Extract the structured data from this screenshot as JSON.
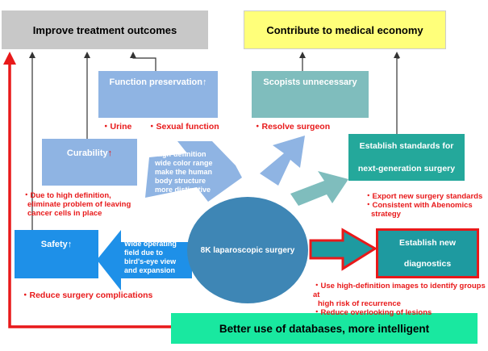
{
  "top_left": {
    "label": "Improve treatment outcomes"
  },
  "top_right": {
    "label": "Contribute to medical economy"
  },
  "function_preservation": {
    "label": "Function preservation↑"
  },
  "scopists": {
    "label": "Scopists unnecessary"
  },
  "curability": {
    "label": "Curability",
    "arrow": "↑"
  },
  "safety": {
    "label": "Safety↑"
  },
  "standards": {
    "line1": "Establish standards for",
    "line2": "next-generation surgery"
  },
  "center": {
    "label": "8K laparoscopic surgery"
  },
  "diagnostics": {
    "line1": "Establish new",
    "line2": "diagnostics"
  },
  "bottom": {
    "label": "Better use of databases, more intelligent"
  },
  "notes": {
    "urine": "・Urine",
    "sexual": "・Sexual function",
    "resolve": "・Resolve surgeon",
    "high_def_1": "・Due to high definition,",
    "high_def_2": "eliminate problem of leaving",
    "high_def_3": "cancer cells in place",
    "export_1": "・Export new surgery standards",
    "export_2": "・Consistent with Abenomics",
    "export_3": "strategy",
    "reduce_comp": "・Reduce surgery complications",
    "diag_1": "・Use high-definition images to identify groups at",
    "diag_2": "high risk of recurrence",
    "diag_3": "・Reduce overlooking of lesions"
  },
  "arrow_labels": {
    "hd_1": "High-definition",
    "hd_2": "wide color range",
    "hd_3": "make the human",
    "hd_4": "body structure",
    "hd_5": "more distinctive",
    "wide_1": "Wide operating",
    "wide_2": "field due to",
    "wide_3": "bird's-eye view",
    "wide_4": "and expansion"
  },
  "colors": {
    "gray": "#c8c8c8",
    "yellow": "#ffff7a",
    "light_blue": "#8fb4e3",
    "teal_light": "#7fbdbd",
    "teal": "#24a89b",
    "bright_blue": "#1e90e8",
    "circle": "#3e86b5",
    "red": "#e8191a",
    "bottom_green": "#19e8a0"
  }
}
